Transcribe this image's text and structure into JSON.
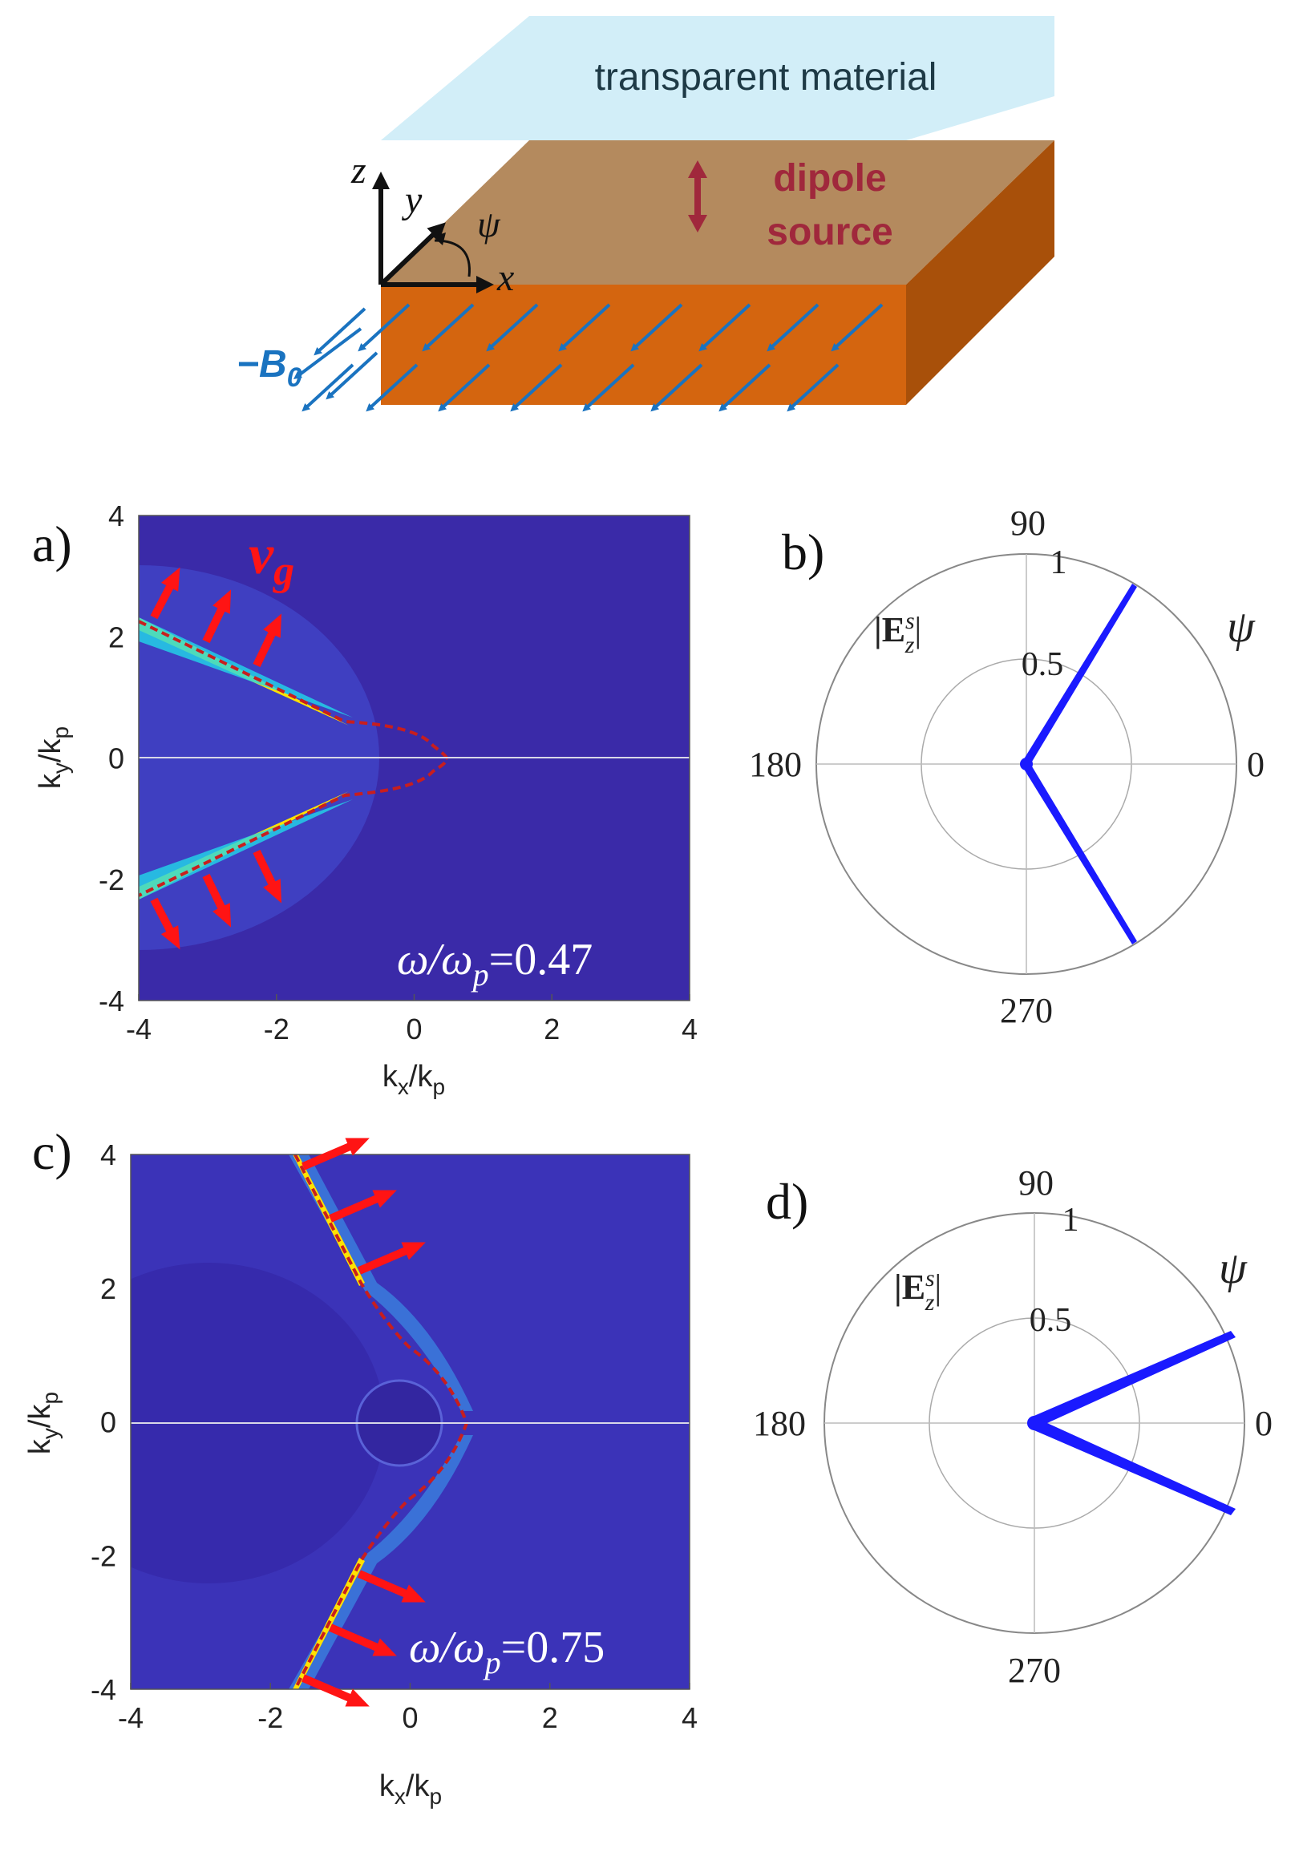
{
  "schematic": {
    "material_label": "transparent material",
    "source_label_1": "dipole",
    "source_label_2": "source",
    "axis_z": "z",
    "axis_y": "y",
    "axis_x": "x",
    "angle": "ψ",
    "field_label": "−B",
    "field_sub": "0",
    "colors": {
      "transparent": "#d2eef8",
      "dipole_layer": "#b48a5e",
      "slab": "#d4650f",
      "slab_side": "#a8500a",
      "arrows": "#1a73c0",
      "dipole": "#a0283c"
    }
  },
  "panel_a": {
    "label": "a)",
    "xlabel_main": "k",
    "xlabel_sub1": "x",
    "xlabel_sep": "/k",
    "xlabel_sub2": "p",
    "ylabel_main": "k",
    "ylabel_sub1": "y",
    "ylabel_sep": "/k",
    "ylabel_sub2": "p",
    "xticks": [
      "-4",
      "-2",
      "0",
      "2",
      "4"
    ],
    "yticks": [
      "4",
      "2",
      "0",
      "-2",
      "-4"
    ],
    "vg_main": "v",
    "vg_sub": "g",
    "omega_text": "ω/ω",
    "omega_sub": "p",
    "omega_val": "=0.47"
  },
  "panel_b": {
    "label": "b)",
    "r_label_1": "1",
    "r_label_05": "0.5",
    "angle_90": "90",
    "angle_180": "180",
    "angle_0": "0",
    "angle_270": "270",
    "field_label": "|E",
    "field_sub": "z",
    "field_sup": "s",
    "field_close": "|",
    "psi": "ψ"
  },
  "panel_c": {
    "label": "c)",
    "xlabel_main": "k",
    "xlabel_sub1": "x",
    "xlabel_sep": "/k",
    "xlabel_sub2": "p",
    "ylabel_main": "k",
    "ylabel_sub1": "y",
    "ylabel_sep": "/k",
    "ylabel_sub2": "p",
    "xticks": [
      "-4",
      "-2",
      "0",
      "2",
      "4"
    ],
    "yticks": [
      "4",
      "2",
      "0",
      "-2",
      "-4"
    ],
    "omega_text": "ω/ω",
    "omega_sub": "p",
    "omega_val": "=0.75"
  },
  "panel_d": {
    "label": "d)",
    "r_label_1": "1",
    "r_label_05": "0.5",
    "angle_90": "90",
    "angle_180": "180",
    "angle_0": "0",
    "angle_270": "270",
    "field_label": "|E",
    "field_sub": "z",
    "field_sup": "s",
    "field_close": "|",
    "psi": "ψ"
  }
}
